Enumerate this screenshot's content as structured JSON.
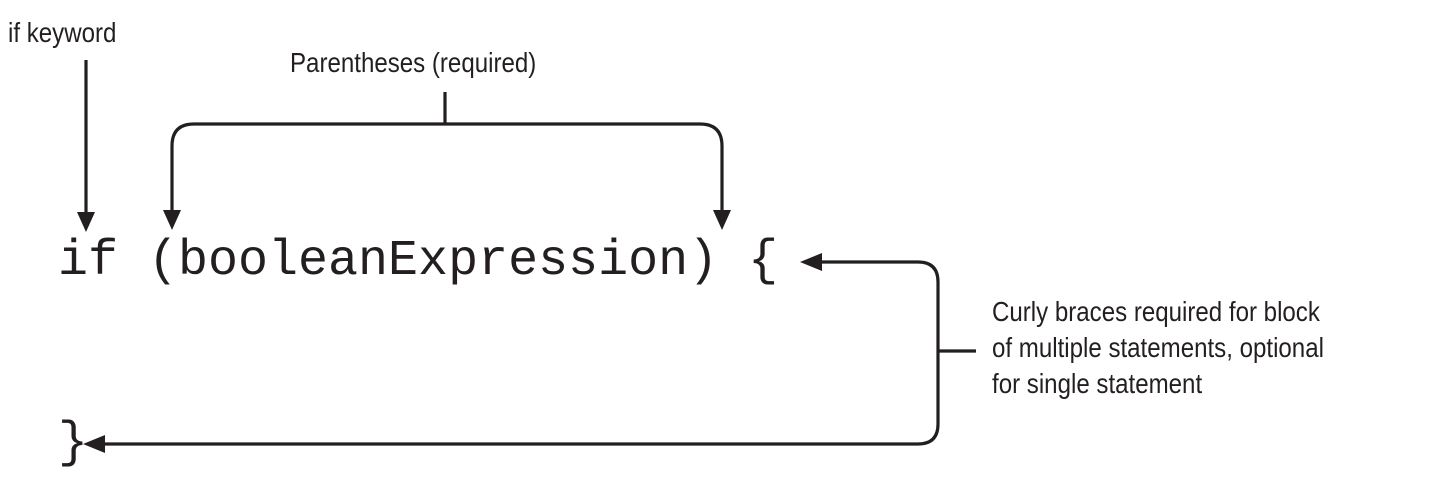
{
  "labels": {
    "if_keyword": "if keyword",
    "parentheses": "Parentheses (required)"
  },
  "code": {
    "if_line": "if (booleanExpression) {",
    "closing_brace": "}"
  },
  "note": {
    "lines": [
      "Curly braces required for block",
      "of multiple statements, optional",
      "for single statement"
    ]
  }
}
